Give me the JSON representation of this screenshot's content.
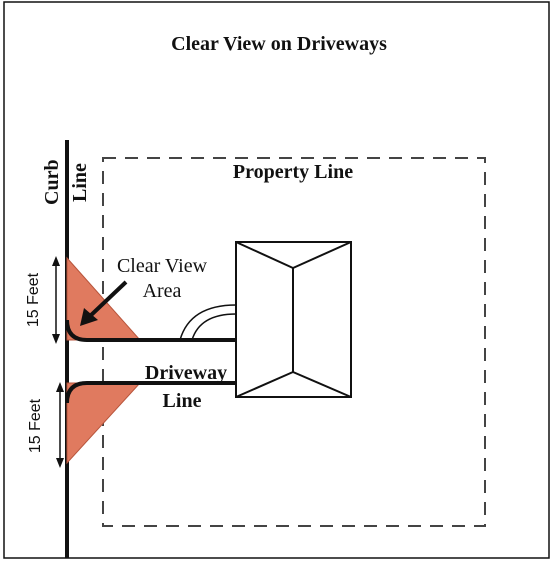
{
  "diagram": {
    "title": "Clear View on Driveways",
    "labels": {
      "curb": "Curb",
      "line": "Line",
      "property_line": "Property Line",
      "clear_view_1": "Clear View",
      "clear_view_2": "Area",
      "driveway_1": "Driveway",
      "driveway_2": "Line",
      "measure_upper": "15 Feet",
      "measure_lower": "15 Feet"
    },
    "colors": {
      "clear_view_fill": "#e07a5f",
      "stroke": "#111111",
      "dashed": "#444444"
    }
  }
}
